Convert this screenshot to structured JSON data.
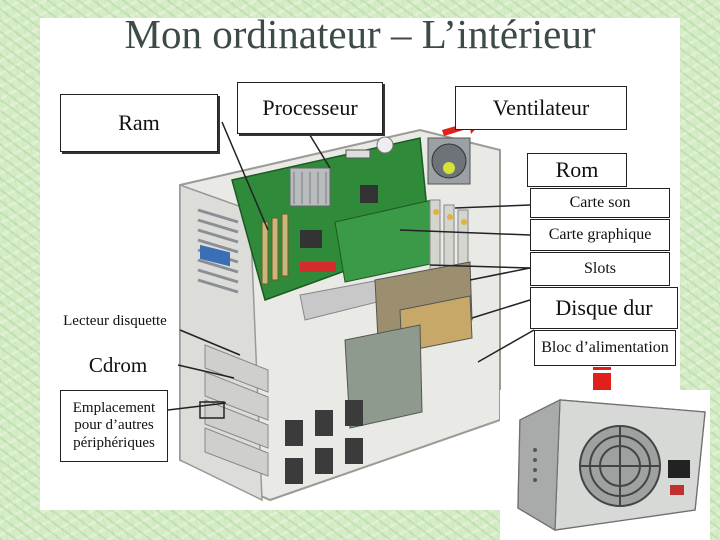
{
  "title": "Mon ordinateur – L’intérieur",
  "labels": {
    "ram": "Ram",
    "processeur": "Processeur",
    "ventilateur": "Ventilateur",
    "rom": "Rom",
    "carte_son": "Carte son",
    "carte_graphique": "Carte graphique",
    "slots": "Slots",
    "disque_dur": "Disque dur",
    "lecteur_disquette": "Lecteur disquette",
    "bloc_alimentation": "Bloc d’alimentation",
    "cdrom": "Cdrom",
    "emplacement": "Emplacement pour d’autres périphériques"
  },
  "colors": {
    "background": "#d6ecc9",
    "title": "#3c4a48",
    "arrow": "#e0201a",
    "board": "#2f8a3a"
  }
}
